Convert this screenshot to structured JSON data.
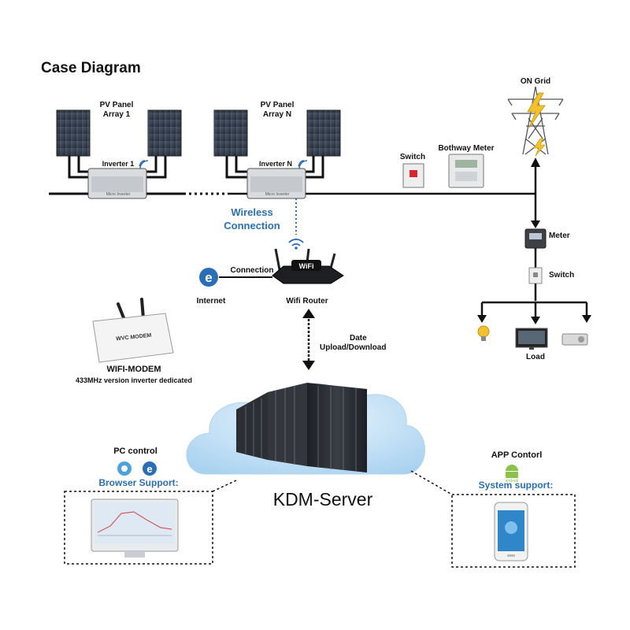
{
  "title": "Case Diagram",
  "pv_array_1": {
    "label_line1": "PV Panel",
    "label_line2": "Array 1",
    "inverter": "Inverter 1"
  },
  "pv_array_n": {
    "label_line1": "PV Panel",
    "label_line2": "Array N",
    "inverter": "Inverter N"
  },
  "inverter_print": "Micro Inverter",
  "wireless": {
    "line1": "Wireless",
    "line2": "Connection"
  },
  "grid": {
    "on_grid": "ON Grid",
    "switch_top": "Switch",
    "bothway_meter": "Bothway Meter",
    "meter": "Meter",
    "switch": "Switch",
    "load": "Load"
  },
  "router": {
    "connection": "Connection",
    "internet": "Internet",
    "wifi_router": "Wifi Router",
    "badge": "WiFi"
  },
  "upload": {
    "line1": "Date",
    "line2": "Upload/Download"
  },
  "modem": {
    "title": "WIFI-MODEM",
    "subtitle": "433MHz version inverter dedicated",
    "brand": "WVC MODEM"
  },
  "server": {
    "name": "KDM-Server"
  },
  "pc": {
    "title": "PC control",
    "support": "Browser Support:"
  },
  "app": {
    "title": "APP Contorl",
    "support": "System support:",
    "android_word": "android"
  },
  "colors": {
    "accent": "#2a6fb5",
    "line": "#111111",
    "cloud": "#cfe6f7",
    "server": "#2b2e33",
    "bolt": "#f2c12e"
  }
}
